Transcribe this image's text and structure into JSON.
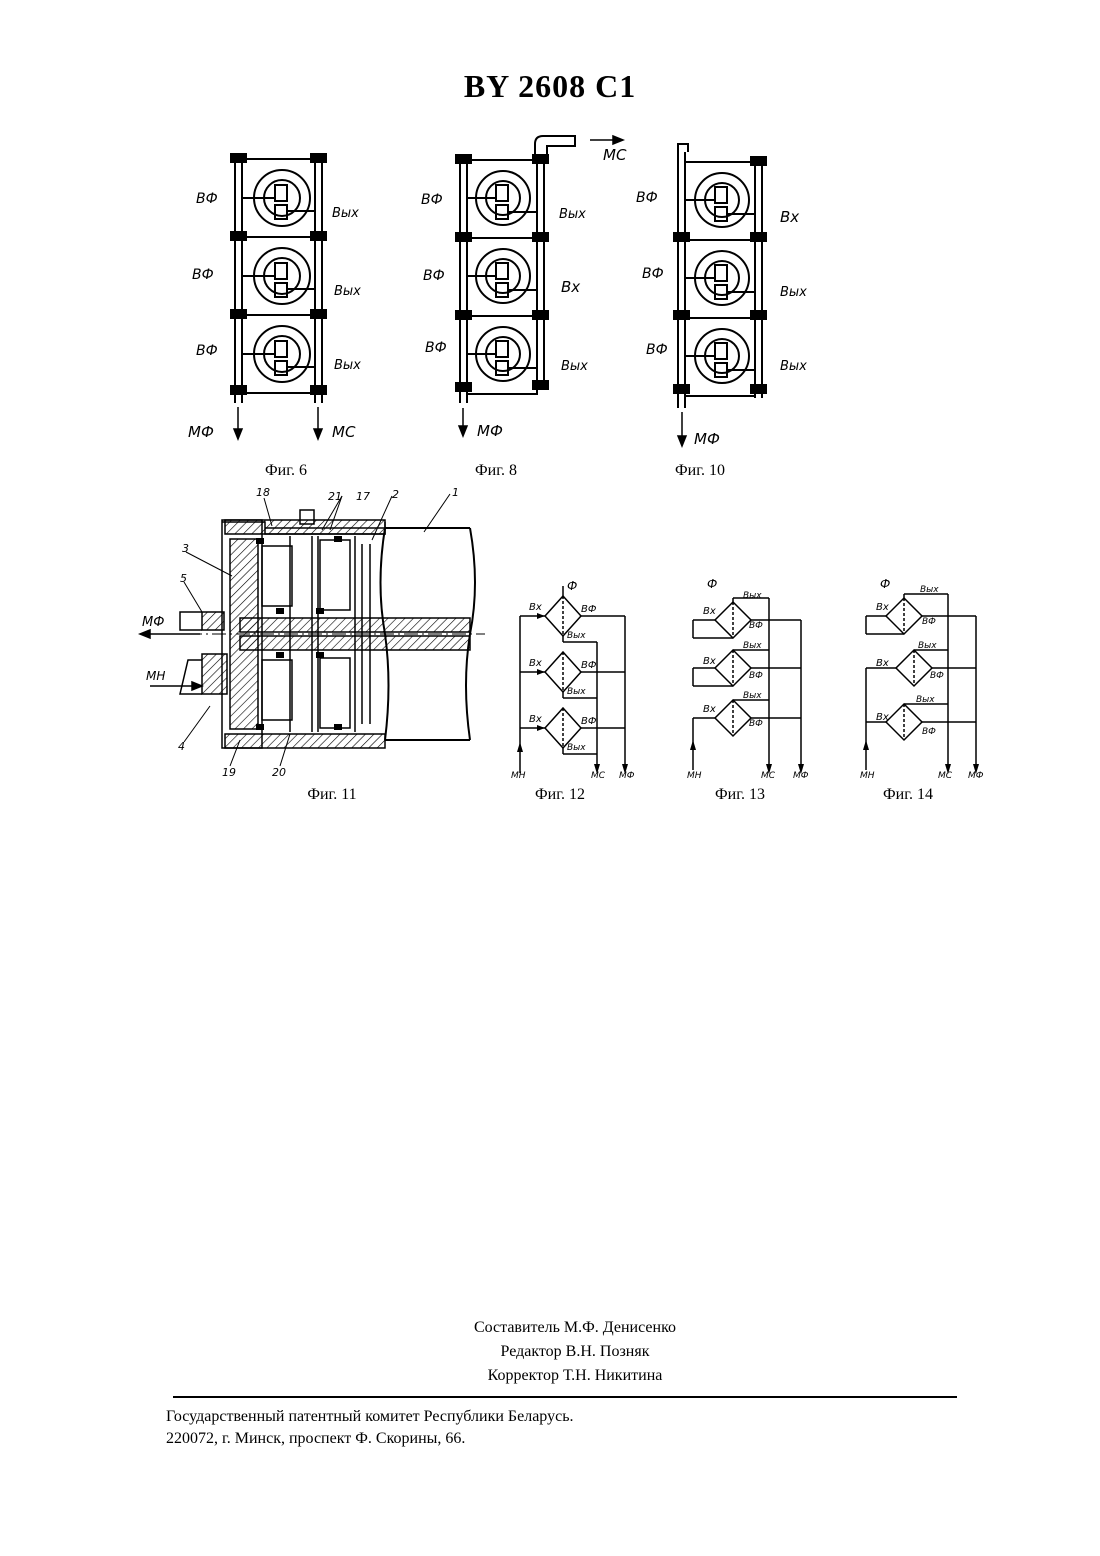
{
  "header": {
    "title": "BY 2608 C1"
  },
  "figures": {
    "fig6": {
      "caption": "Фиг. 6",
      "left": [
        "ВФ",
        "ВФ",
        "ВФ"
      ],
      "right": [
        "Вых",
        "Вых",
        "Вых"
      ],
      "bottom_left": "МФ",
      "bottom_right": "МС"
    },
    "fig8": {
      "caption": "Фиг. 8",
      "left": [
        "ВФ",
        "ВФ",
        "ВФ"
      ],
      "right": [
        "Вых",
        "Вх",
        "Вых"
      ],
      "top_right": "МС",
      "bottom_left": "МФ"
    },
    "fig10": {
      "caption": "Фиг. 10",
      "left": [
        "ВФ",
        "ВФ",
        "ВФ"
      ],
      "right": [
        "Вх",
        "Вых",
        "Вых"
      ],
      "bottom_left": "МФ"
    },
    "fig11": {
      "caption": "Фиг. 11",
      "arrow_mf": "МФ",
      "arrow_mn": "МН",
      "labels": [
        "18",
        "21",
        "17",
        "2",
        "1",
        "3",
        "5",
        "4",
        "19",
        "20"
      ]
    },
    "fig12": {
      "caption": "Фиг. 12",
      "filter": "Ф",
      "inlet": "Вх",
      "filtrate": "ВФ",
      "outlet": "Вых",
      "bottom": [
        "МН",
        "МС",
        "МФ"
      ]
    },
    "fig13": {
      "caption": "Фиг. 13",
      "filter": "Ф",
      "inlet": "Вх",
      "filtrate": "ВФ",
      "outlet": "Вых",
      "bottom": [
        "МН",
        "МС",
        "МФ"
      ]
    },
    "fig14": {
      "caption": "Фиг. 14",
      "filter": "Ф",
      "inlet": "Вх",
      "filtrate": "ВФ",
      "outlet": "Вых",
      "bottom": [
        "МН",
        "МС",
        "МФ"
      ]
    }
  },
  "credits": {
    "compiler": "Составитель М.Ф. Денисенко",
    "editor": "Редактор В.Н. Позняк",
    "corrector": "Корректор Т.Н. Никитина"
  },
  "footer": {
    "line1": "Государственный патентный комитет Республики Беларусь.",
    "line2": "220072, г. Минск, проспект Ф. Скорины, 66."
  }
}
